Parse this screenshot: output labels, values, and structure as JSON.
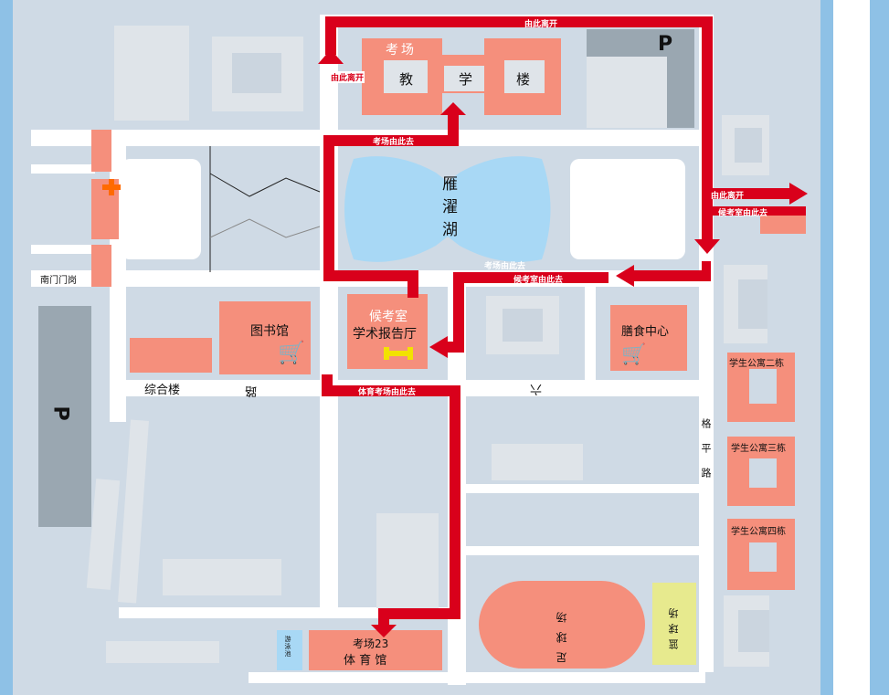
{
  "colors": {
    "ground": "#cfdae5",
    "road": "#ffffff",
    "lake": "#a8d8f5",
    "gray_block": "#dfe4e9",
    "gray_inner": "#cbd5df",
    "salmon": "#f58f7c",
    "route": "#d9001b",
    "parking": "#9aa7b1",
    "water_edge": "#8ec1e6",
    "basketball": "#e7ea8e",
    "cyan": "#5fe0e8",
    "yellow": "#f2e200",
    "cross": "#ff6a00"
  },
  "buildings": {
    "exam_hall": "考场",
    "teach_1": "教",
    "teach_2": "学",
    "teach_3": "楼",
    "waiting_1": "候考室",
    "waiting_2": "学术报告厅",
    "library": "图书馆",
    "dining": "膳食中心",
    "gym_1": "考场23",
    "gym_2": "体 育 馆",
    "dorm_2": "学生公寓二栋",
    "dorm_3": "学生公寓三栋",
    "dorm_4": "学生公寓四栋",
    "football": "足球场",
    "basketball": "篮球场",
    "pool": "游泳池"
  },
  "places": {
    "lake": "雁濯湖",
    "south_gate": "南门门岗",
    "complex": "综合楼",
    "road_lu": "路",
    "road_liu": "六",
    "road_right": "格平路",
    "parking_top": "P",
    "parking_left": "P"
  },
  "route_labels": {
    "exit_top": "由此离开",
    "exit_left": "由此离开",
    "exam_this_way": "考场由此去",
    "exit_right": "由此离开",
    "waiting_this_way_right": "候考室由此去",
    "exam_this_way_lake": "考场由此去",
    "waiting_this_way": "候考室由此去",
    "gym_exam_this_way": "体育考场由此去"
  },
  "icons": {
    "first_aid": "first-aid-cross-icon",
    "cart": "shopping-cart-icon",
    "dumbbell": "dumbbell-icon"
  }
}
